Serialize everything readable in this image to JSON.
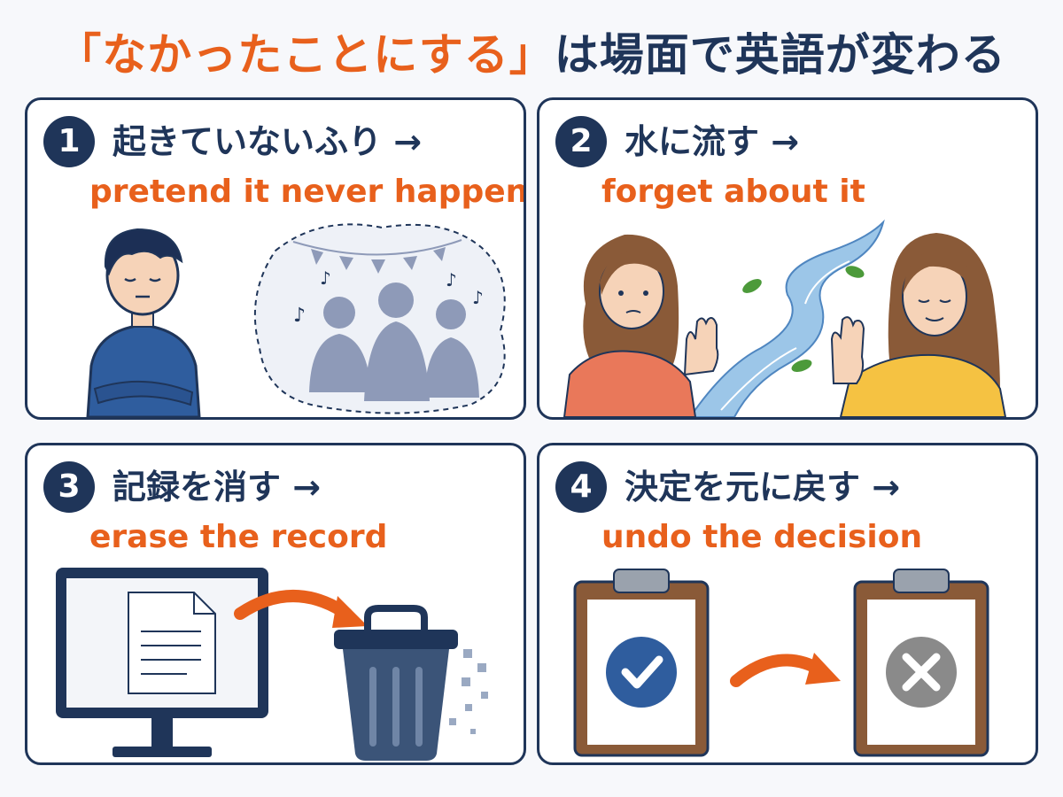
{
  "title": {
    "quoted": "「なかったことにする」",
    "rest": "は場面で英語が変わる"
  },
  "cards": [
    {
      "number": "1",
      "japanese": "起きていないふり →",
      "english": "pretend it never happened"
    },
    {
      "number": "2",
      "japanese": "水に流す →",
      "english": "forget about it"
    },
    {
      "number": "3",
      "japanese": "記録を消す →",
      "english": "erase the record"
    },
    {
      "number": "4",
      "japanese": "決定を元に戻す →",
      "english": "undo the decision"
    }
  ],
  "colors": {
    "navy": "#1f3559",
    "orange": "#e8601c",
    "blue_sweater": "#2f5d9e",
    "silhouette": "#8e9ab8",
    "check_blue": "#2f5d9e",
    "cross_gray": "#8a8a8a"
  },
  "icons": [
    "person-arms-crossed-icon",
    "party-silhouettes-icon",
    "woman-worried-icon",
    "river-icon",
    "woman-calm-icon",
    "computer-monitor-icon",
    "document-icon",
    "arrow-icon",
    "trash-can-icon",
    "clipboard-check-icon",
    "clipboard-cross-icon"
  ]
}
